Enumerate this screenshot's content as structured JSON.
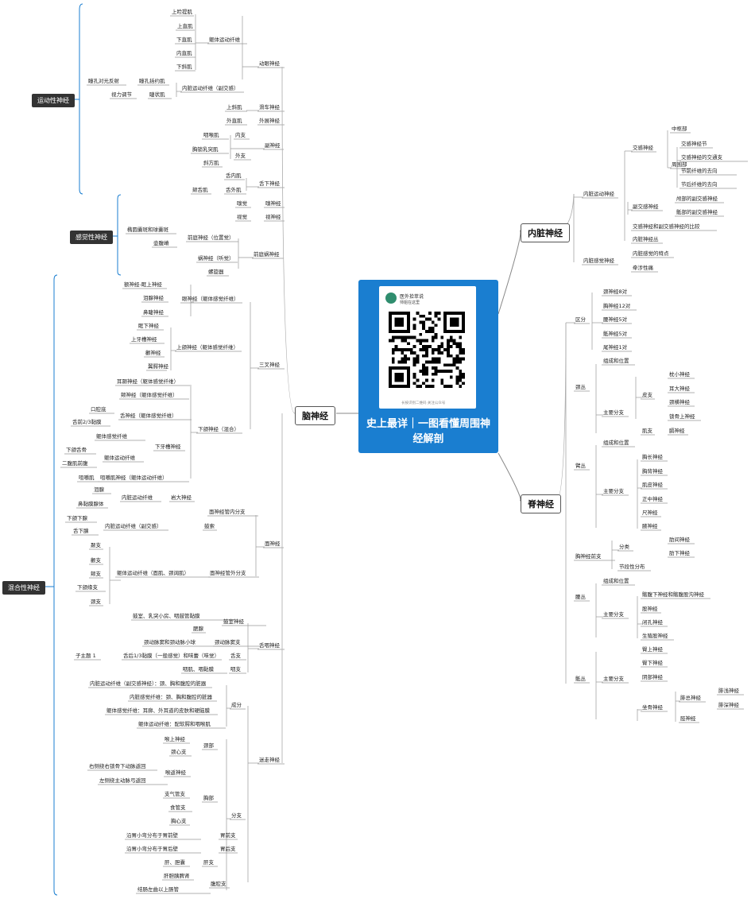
{
  "center": {
    "title": "史上最详｜一图看懂周围神经解剖",
    "card_name": "医外拾萃说",
    "card_sub": "师姐在这里",
    "card_hint": "长按识别二维码  关注公众号"
  },
  "main": {
    "visceral": "内脏神经",
    "spinal": "脊神经",
    "cranial": "脑神经"
  },
  "groups": {
    "motor": "运动性神经",
    "sensory": "感觉性神经",
    "mixed": "混合性神经"
  },
  "texts": [
    "上睑提肌",
    "上直肌",
    "下直肌",
    "内直肌",
    "下斜肌",
    "躯体运动纤维",
    "动眼神经",
    "瞳孔对光反射",
    "瞳孔括约肌",
    "视力调节",
    "睫状肌",
    "内脏运动纤维（副交感）",
    "上斜肌",
    "滑车神经",
    "外直肌",
    "外展神经",
    "咽喉肌",
    "内支",
    "胸锁乳突肌",
    "外支",
    "斜方肌",
    "副神经",
    "舌内肌",
    "舌下神经",
    "颏舌肌",
    "舌外肌",
    "嗅觉",
    "嗅神经",
    "视觉",
    "视神经",
    "椭圆囊斑和球囊斑",
    "壶腹嵴",
    "前庭神经（位置觉）",
    "蜗神经（听觉）",
    "螺旋器",
    "前庭蜗神经",
    "额神经-眶上神经",
    "泪腺神经",
    "鼻睫神经",
    "眼神经（躯体感觉纤维）",
    "眶下神经",
    "上牙槽神经",
    "颧神经",
    "翼腭神经",
    "上颌神经（躯体感觉纤维）",
    "三叉神经",
    "耳颞神经（躯体感觉纤维）",
    "颊神经（躯体感觉纤维）",
    "口腔底",
    "舌前2/3黏膜",
    "舌神经（躯体感觉纤维）",
    "躯体感觉纤维",
    "下牙槽神经",
    "下颌舌骨",
    "二腹肌前腹",
    "躯体运动纤维",
    "下颌神经（混合）",
    "咀嚼肌",
    "咀嚼肌神经（躯体运动纤维）",
    "泪腺",
    "鼻黏膜腺体",
    "内脏运动纤维",
    "岩大神经",
    "面神经管内分支",
    "下颌下腺",
    "内脏运动纤维（副交感）",
    "鼓索",
    "舌下腺",
    "面神经",
    "颞支",
    "颧支",
    "颊支",
    "下颌缘支",
    "颈支",
    "躯体运动纤维（面肌、颈阔肌）",
    "面神经管外分支",
    "鼓室、乳突小房、咽鼓管黏膜",
    "鼓室神经",
    "腮腺",
    "颈动脉窦和颈动脉小球",
    "颈动脉窦支",
    "舌后1/3黏膜（一般感觉）和味蕾（味觉）",
    "子主题 1",
    "舌支",
    "咽肌、咽黏膜",
    "咽支",
    "舌咽神经",
    "内脏运动纤维（副交感神经）：颈、胸和腹腔的脏器",
    "内脏感觉纤维：颈、胸和腹腔的脏器",
    "躯体感觉纤维：耳廓、外耳道的皮肤和硬脑膜",
    "躯体运动纤维：配软腭和咽喉肌",
    "成分",
    "喉上神经",
    "颈心支",
    "颈部",
    "右侧绕右锁骨下动脉返回",
    "左侧绕主动脉弓返回",
    "喉返神经",
    "支气管支",
    "食管支",
    "胸心支",
    "胸部",
    "沿胃小弯分布于胃前壁",
    "胃前支",
    "沿胃小弯分布于胃后壁",
    "胃后支",
    "肝、胆囊",
    "肝支",
    "肝胆胰脾肾",
    "结肠左曲以上肠管",
    "腹腔支",
    "分支",
    "迷走神经",
    "中枢部",
    "交感神经节",
    "交感神经的交通支",
    "节前纤维的去向",
    "节后纤维的去向",
    "周围部",
    "交感神经",
    "颅部的副交感神经",
    "骶部的副交感神经",
    "副交感神经",
    "交感神经和副交感神经的比较",
    "内脏神经丛",
    "内脏运动神经",
    "内脏感觉的特点",
    "牵涉性痛",
    "内脏感觉神经",
    "颈神经8对",
    "胸神经12对",
    "腰神经5对",
    "骶神经5对",
    "尾神经1对",
    "区分",
    "组成和位置",
    "枕小神经",
    "耳大神经",
    "颈横神经",
    "锁骨上神经",
    "皮支",
    "肌支",
    "膈神经",
    "主要分支",
    "颈丛",
    "组成和位置",
    "胸长神经",
    "胸背神经",
    "肌皮神经",
    "正中神经",
    "尺神经",
    "腋神经",
    "主要分支",
    "臂丛",
    "肋间神经",
    "肋下神经",
    "分类",
    "节段性分布",
    "胸神经前支",
    "组成和位置",
    "髂腹下神经和髂腹股沟神经",
    "股神经",
    "闭孔神经",
    "生殖股神经",
    "主要分支",
    "腰丛",
    "臀上神经",
    "臀下神经",
    "阴部神经",
    "腓浅神经",
    "腓深神经",
    "腓总神经",
    "胫神经",
    "坐骨神经",
    "主要分支",
    "骶丛"
  ]
}
